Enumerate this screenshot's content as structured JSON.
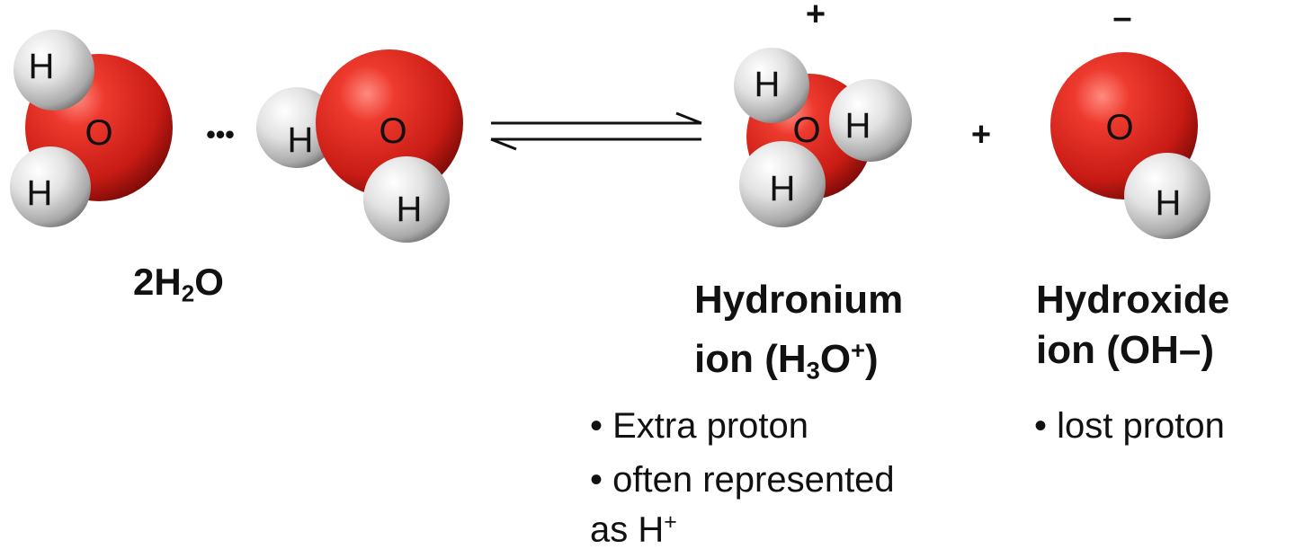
{
  "atoms": {
    "hydrogen": "H",
    "oxygen": "O"
  },
  "colors": {
    "oxygen": "#d9231c",
    "hydrogen": "#d8d8d8",
    "text": "#111111"
  },
  "water": {
    "label_prefix": "2H",
    "label_sub": "2",
    "label_suffix": "O",
    "ellipsis": "•••"
  },
  "equilibrium_symbol": "double-harpoon-arrow",
  "plus_between_products": "+",
  "hydronium": {
    "charge": "+",
    "title_line1": "Hydronium",
    "title_line2_prefix": "ion (H",
    "title_line2_sub": "3",
    "title_line2_mid": "O",
    "title_line2_sup": "+",
    "title_line2_suffix": ")",
    "bullet1": "•  Extra proton",
    "bullet2": "•  often represented",
    "bullet2_cont_prefix": "as H",
    "bullet2_cont_sup": "+"
  },
  "hydroxide": {
    "charge": "–",
    "title_line1": "Hydroxide",
    "title_line2": "ion (OH–)",
    "bullet1": "•  lost proton"
  }
}
